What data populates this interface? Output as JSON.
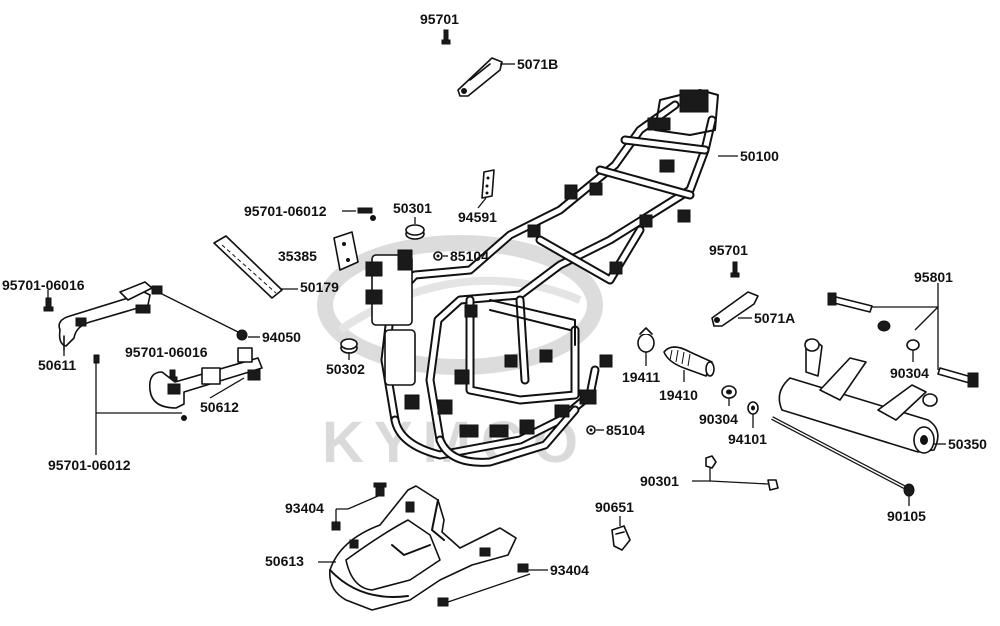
{
  "watermark": "KYMCO",
  "colors": {
    "line": "#111111",
    "watermark": "#d9d9d9",
    "background": "#ffffff"
  },
  "labels": {
    "l95701_top": "95701",
    "l5071B": "5071B",
    "l50100": "50100",
    "l95701_06012_top": "95701-06012",
    "l50301": "50301",
    "l94591": "94591",
    "l35385": "35385",
    "l85104_top": "85104",
    "l95701_06016_left": "95701-06016",
    "l50179": "50179",
    "l94050": "94050",
    "l50611": "50611",
    "l95701_06016_mid": "95701-06016",
    "l50302": "50302",
    "l50612": "50612",
    "l95701_06012_bottom": "95701-06012",
    "l95701_right": "95701",
    "l95801": "95801",
    "l5071A": "5071A",
    "l19411": "19411",
    "l19410": "19410",
    "l90304_right": "90304",
    "l90304_mid": "90304",
    "l94101": "94101",
    "l85104_bottom": "85104",
    "l50350": "50350",
    "l90301": "90301",
    "l90105": "90105",
    "l90651": "90651",
    "l93404_top": "93404",
    "l50613": "50613",
    "l93404_bottom": "93404"
  }
}
